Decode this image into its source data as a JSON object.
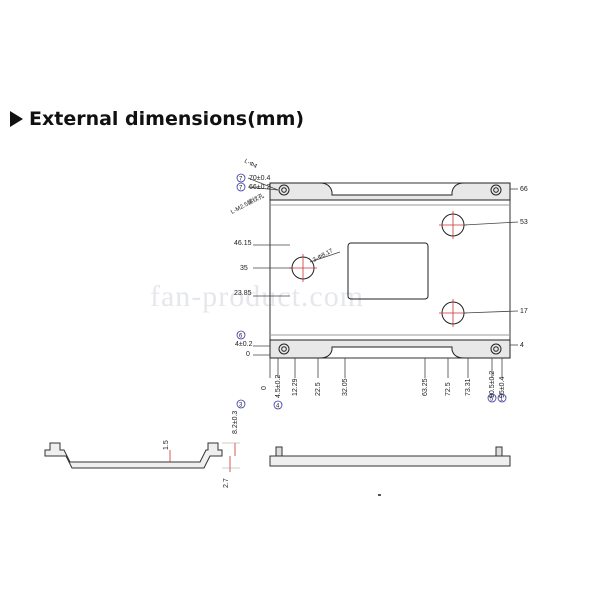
{
  "title": "External dimensions(mm)",
  "watermark": "fan-product.com",
  "top_view": {
    "right_labels": [
      "66",
      "53",
      "17",
      "4"
    ],
    "left_labels": [
      "46.15",
      "35",
      "23.85",
      "4±0.2",
      "0"
    ],
    "callouts": [
      {
        "num": "7",
        "text": "70±0.4"
      },
      {
        "num": "7",
        "text": "66±0.2"
      },
      {
        "num": "6",
        "text": "4±0.2"
      }
    ],
    "hole_notes": [
      "L-Φ4",
      "L-M2.5螺纹孔",
      "3-Φ8.17"
    ],
    "bottom_labels": [
      "0",
      "4.5±0.2",
      "12.29",
      "22.5",
      "32.05",
      "63.25",
      "72.5",
      "73.31",
      "90.5±0.2",
      "95±0.4"
    ],
    "bottom_circles": [
      "4",
      "5",
      "1"
    ]
  },
  "side_view": {
    "labels": [
      "1.5",
      "2.7",
      "8.2±0.3"
    ],
    "circle": "3"
  }
}
